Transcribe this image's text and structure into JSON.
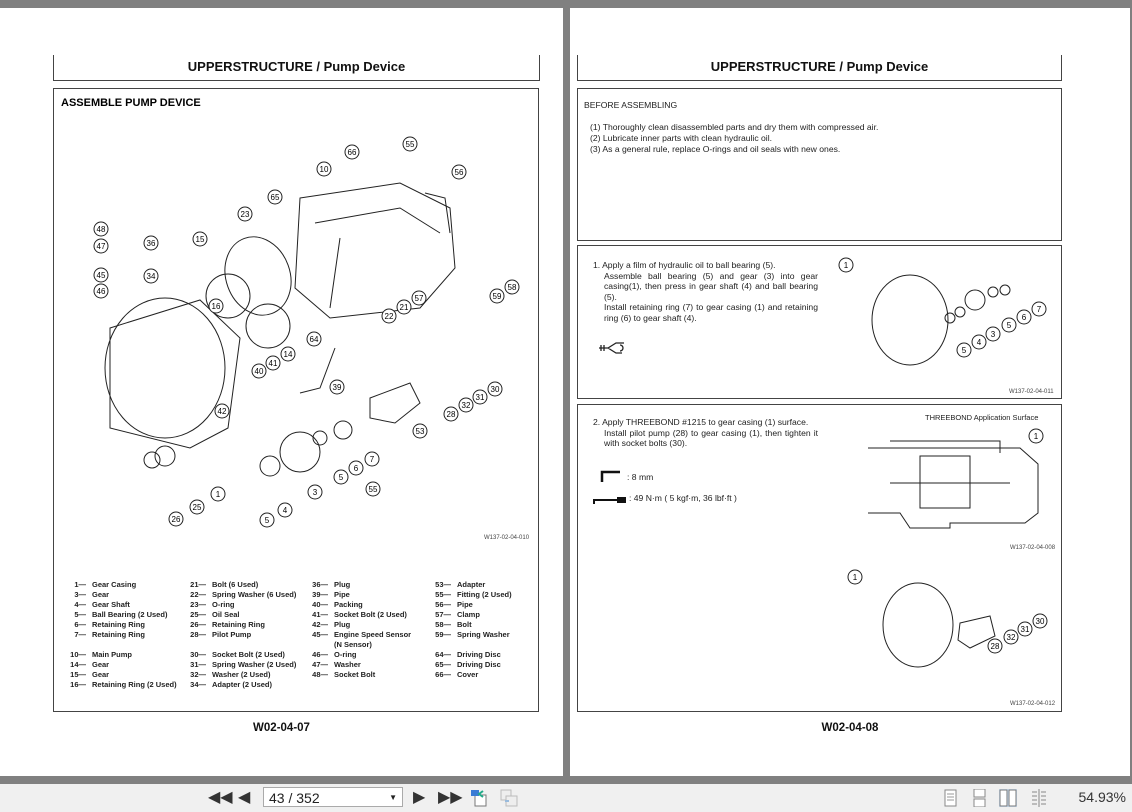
{
  "left_page": {
    "header": "UPPERSTRUCTURE / Pump Device",
    "box_title": "ASSEMBLE PUMP DEVICE",
    "figure_code": "W137-02-04-010",
    "callouts": [
      "55",
      "66",
      "10",
      "56",
      "65",
      "23",
      "15",
      "48",
      "36",
      "47",
      "34",
      "45",
      "46",
      "16",
      "22",
      "21",
      "57",
      "59",
      "58",
      "64",
      "14",
      "41",
      "40",
      "39",
      "42",
      "30",
      "31",
      "32",
      "28",
      "53",
      "7",
      "6",
      "5",
      "3",
      "55",
      "1",
      "4",
      "5",
      "25",
      "26"
    ],
    "parts_columns": [
      [
        [
          "1",
          "Gear Casing"
        ],
        [
          "3",
          "Gear"
        ],
        [
          "4",
          "Gear Shaft"
        ],
        [
          "5",
          "Ball Bearing (2 Used)"
        ],
        [
          "6",
          "Retaining Ring"
        ],
        [
          "7",
          "Retaining Ring"
        ],
        [
          "",
          ""
        ],
        [
          "10",
          "Main Pump"
        ],
        [
          "14",
          "Gear"
        ],
        [
          "15",
          "Gear"
        ],
        [
          "16",
          "Retaining Ring (2 Used)"
        ]
      ],
      [
        [
          "21",
          "Bolt (6 Used)"
        ],
        [
          "22",
          "Spring Washer (6 Used)"
        ],
        [
          "23",
          "O-ring"
        ],
        [
          "25",
          "Oil Seal"
        ],
        [
          "26",
          "Retaining Ring"
        ],
        [
          "28",
          "Pilot Pump"
        ],
        [
          "",
          ""
        ],
        [
          "30",
          "Socket Bolt (2 Used)"
        ],
        [
          "31",
          "Spring Washer (2 Used)"
        ],
        [
          "32",
          "Washer (2 Used)"
        ],
        [
          "34",
          "Adapter (2 Used)"
        ]
      ],
      [
        [
          "36",
          "Plug"
        ],
        [
          "39",
          "Pipe"
        ],
        [
          "40",
          "Packing"
        ],
        [
          "41",
          "Socket Bolt (2 Used)"
        ],
        [
          "42",
          "Plug"
        ],
        [
          "45",
          "Engine Speed Sensor"
        ],
        [
          "",
          "(N Sensor)"
        ],
        [
          "46",
          "O-ring"
        ],
        [
          "47",
          "Washer"
        ],
        [
          "48",
          "Socket Bolt"
        ]
      ],
      [
        [
          "53",
          "Adapter"
        ],
        [
          "55",
          "Fitting (2 Used)"
        ],
        [
          "56",
          "Pipe"
        ],
        [
          "57",
          "Clamp"
        ],
        [
          "58",
          "Bolt"
        ],
        [
          "59",
          "Spring Washer"
        ],
        [
          "",
          ""
        ],
        [
          "64",
          "Driving Disc"
        ],
        [
          "65",
          "Driving Disc"
        ],
        [
          "66",
          "Cover"
        ]
      ]
    ],
    "footer": "W02-04-07"
  },
  "right_page": {
    "header": "UPPERSTRUCTURE / Pump Device",
    "before": {
      "title": "BEFORE ASSEMBLING",
      "items": [
        "(1) Thoroughly clean disassembled parts and dry them with compressed air.",
        "(2) Lubricate inner parts with clean hydraulic oil.",
        "(3) As a general rule, replace O-rings and oil seals with new ones."
      ]
    },
    "step1": {
      "lines": [
        "1. Apply a film of hydraulic oil to ball bearing (5).",
        "Assemble ball bearing (5) and gear (3) into gear casing(1), then press in gear shaft (4) and ball bearing (5).",
        "Install retaining ring (7) to gear casing (1) and retaining ring (6) to gear shaft (4)."
      ],
      "tool_icon": "snap-ring-pliers-icon",
      "callouts": [
        "1",
        "7",
        "6",
        "5",
        "3",
        "4",
        "5"
      ],
      "figure_code": "W137-02-04-011"
    },
    "step2": {
      "lines": [
        "2. Apply THREEBOND #1215 to gear casing (1) surface.",
        "Install pilot pump (28) to gear casing (1), then tighten it with socket bolts (30)."
      ],
      "wrench_size": ": 8  mm",
      "torque": ": 49  N·m ( 5  kgf·m, 36  lbf·ft )",
      "section_label": "THREEBOND Application Surface",
      "section_callouts": [
        "1"
      ],
      "section_figure_code": "W137-02-04-008",
      "callouts": [
        "1",
        "30",
        "31",
        "32",
        "28"
      ],
      "figure_code": "W137-02-04-012"
    },
    "footer": "W02-04-08"
  },
  "toolbar": {
    "page_value": "43 / 352",
    "zoom": "54.93%"
  }
}
